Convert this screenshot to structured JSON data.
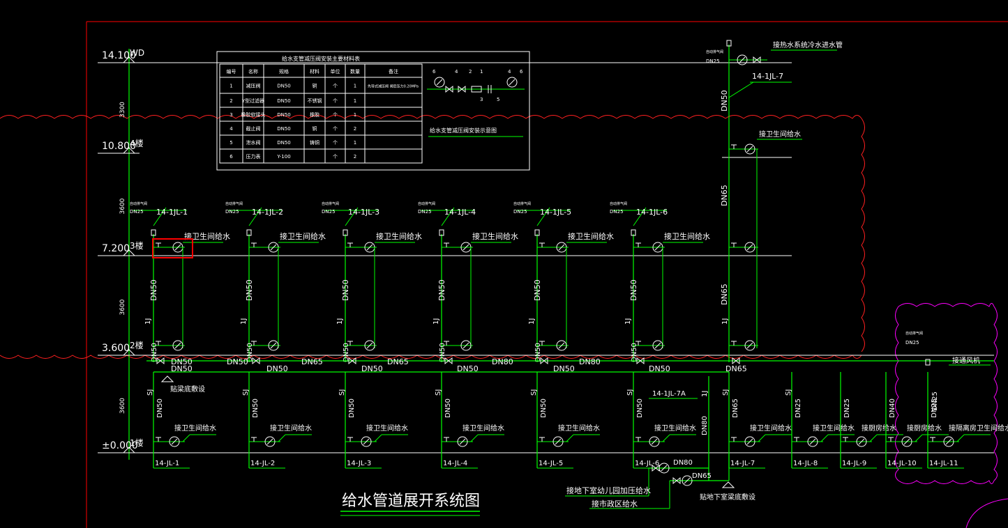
{
  "colors": {
    "background": "#000000",
    "pipe": "#00ff00",
    "text": "#ffffff",
    "frame": "#ff0000",
    "revision_cloud_red": "#ff2020",
    "revision_cloud_magenta": "#ff00ff",
    "highlight_box": "#ff0000"
  },
  "title": "给水管道展开系统图",
  "levels": [
    {
      "elev": "14.100",
      "tag": "WD"
    },
    {
      "elev": "10.800",
      "tag": "4楼"
    },
    {
      "elev": "7.200",
      "tag": "3楼"
    },
    {
      "elev": "3.600",
      "tag": "2楼"
    },
    {
      "elev": "±0.000",
      "tag": "1楼"
    }
  ],
  "level_spacings": [
    "3300",
    "3600",
    "3600",
    "3600"
  ],
  "upper_risers": [
    {
      "id": "14-1JL-1",
      "size": "DN50",
      "mark": "1J"
    },
    {
      "id": "14-1JL-2",
      "size": "DN50",
      "mark": "1J"
    },
    {
      "id": "14-1JL-3",
      "size": "DN50",
      "mark": "1J"
    },
    {
      "id": "14-1JL-4",
      "size": "DN50",
      "mark": "1J"
    },
    {
      "id": "14-1JL-5",
      "size": "DN50",
      "mark": "1J"
    },
    {
      "id": "14-1JL-6",
      "size": "DN50",
      "mark": "1J"
    }
  ],
  "vent_label": "自动排气阀",
  "vent_size": "DN25",
  "toilet_supply": "接卫生间给水",
  "riser7": {
    "id": "14-1JL-7",
    "size_top": "DN50",
    "size_mid": "DN65",
    "size_low": "DN65",
    "mark": "1J",
    "top_note": "接热水系统冷水进水管",
    "vent_size": "DN25"
  },
  "main_pipe_sizes": [
    "DN50",
    "DN50",
    "DN65",
    "DN65",
    "DN80",
    "DN80"
  ],
  "main_pipe_bottom_sizes": [
    "DN50",
    "DN50",
    "DN50",
    "DN50",
    "DN50",
    "DN50",
    "DN65"
  ],
  "right_note": "接通风机",
  "hang_note": "贴梁底敷设",
  "lower_risers": [
    {
      "id": "14-JL-1",
      "size": "DN50",
      "mark": "SJ",
      "label": "接卫生间给水"
    },
    {
      "id": "14-JL-2",
      "size": "DN50",
      "mark": "SJ",
      "label": "接卫生间给水"
    },
    {
      "id": "14-JL-3",
      "size": "DN50",
      "mark": "SJ",
      "label": "接卫生间给水"
    },
    {
      "id": "14-JL-4",
      "size": "DN50",
      "mark": "SJ",
      "label": "接卫生间给水"
    },
    {
      "id": "14-JL-5",
      "size": "DN50",
      "mark": "SJ",
      "label": "接卫生间给水"
    },
    {
      "id": "14-JL-6",
      "size": "DN50",
      "mark": "SJ",
      "label": "接卫生间给水"
    },
    {
      "id": "14-JL-7",
      "size": "DN65",
      "mark": "SJ",
      "label": "接卫生间给水"
    },
    {
      "id": "14-JL-8",
      "size": "DN25",
      "mark": "SJ",
      "label": "接卫生间给水"
    },
    {
      "id": "14-JL-9",
      "size": "DN25",
      "mark": "",
      "label": "接厨房给水"
    },
    {
      "id": "14-JL-10",
      "size": "DN40",
      "mark": "",
      "label": "接厨房给水"
    },
    {
      "id": "14-JL-11",
      "size": "DN25",
      "mark": "",
      "label": "接隔离房卫生间给水"
    }
  ],
  "riser_7a": {
    "id": "14-1JL-7A",
    "size": "DN80",
    "mark": "1J"
  },
  "bottom_notes": {
    "kindergarten": "接地下室幼儿园加压给水",
    "municipal": "接市政区给水",
    "basement": "贴地下室梁底敷设",
    "dn80": "DN80",
    "dn65": "DN65"
  },
  "table": {
    "title": "给水支管减压阀安装主要材料表",
    "headers": [
      "编号",
      "名称",
      "规格",
      "材料",
      "单位",
      "数量",
      "备注"
    ],
    "rows": [
      [
        "1",
        "减压阀",
        "DN50",
        "铜",
        "个",
        "1",
        "先导式减压阀 阀后压力0.20MPa"
      ],
      [
        "2",
        "Y型过滤器",
        "DN50",
        "不锈钢",
        "个",
        "1",
        ""
      ],
      [
        "3",
        "橡胶软接头",
        "DN50",
        "橡胶",
        "个",
        "1",
        ""
      ],
      [
        "4",
        "截止阀",
        "DN50",
        "铜",
        "个",
        "2",
        ""
      ],
      [
        "5",
        "泄水阀",
        "DN50",
        "铸铜",
        "个",
        "1",
        ""
      ],
      [
        "6",
        "压力表",
        "Y-100",
        "",
        "个",
        "2",
        ""
      ]
    ],
    "diagram_caption": "给水支管减压阀安装示意图",
    "diagram_numbers": [
      "6",
      "4",
      "2",
      "1",
      "4",
      "6",
      "3",
      "5"
    ]
  }
}
